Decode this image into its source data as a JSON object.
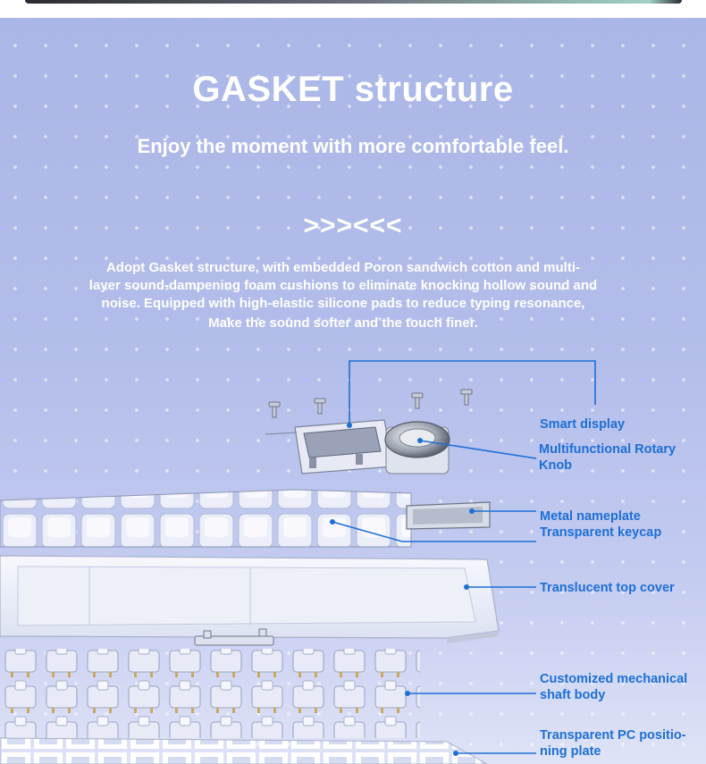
{
  "heading": {
    "title": "GASKET structure",
    "subtitle": "Enjoy the moment with more comfortable feel.",
    "divider": ">>><<<"
  },
  "description": {
    "line1": "Adopt Gasket structure, with embedded Poron sandwich cotton and multi-",
    "line2": "layer sound-dampening foam cushions to eliminate knocking hollow sound and",
    "line3": "noise. Equipped with high-elastic silicone pads to reduce typing resonance,",
    "line4": "Make the sound softer and the touch finer."
  },
  "callouts": {
    "smart_display": "Smart display",
    "rotary_knob_l1": "Multifunctional Rotary",
    "rotary_knob_l2": "Knob",
    "metal_nameplate": "Metal nameplate",
    "transparent_keycap": "Transparent keycap",
    "top_cover": "Translucent top cover",
    "shaft_body_l1": "Customized mechanical",
    "shaft_body_l2": "shaft body",
    "pc_plate_l1": "Transparent PC positio-",
    "pc_plate_l2": "ning plate"
  },
  "colors": {
    "accent_blue": "#1d6fd6",
    "background": "#aeb9e8",
    "heading_text": "#ffffff"
  }
}
